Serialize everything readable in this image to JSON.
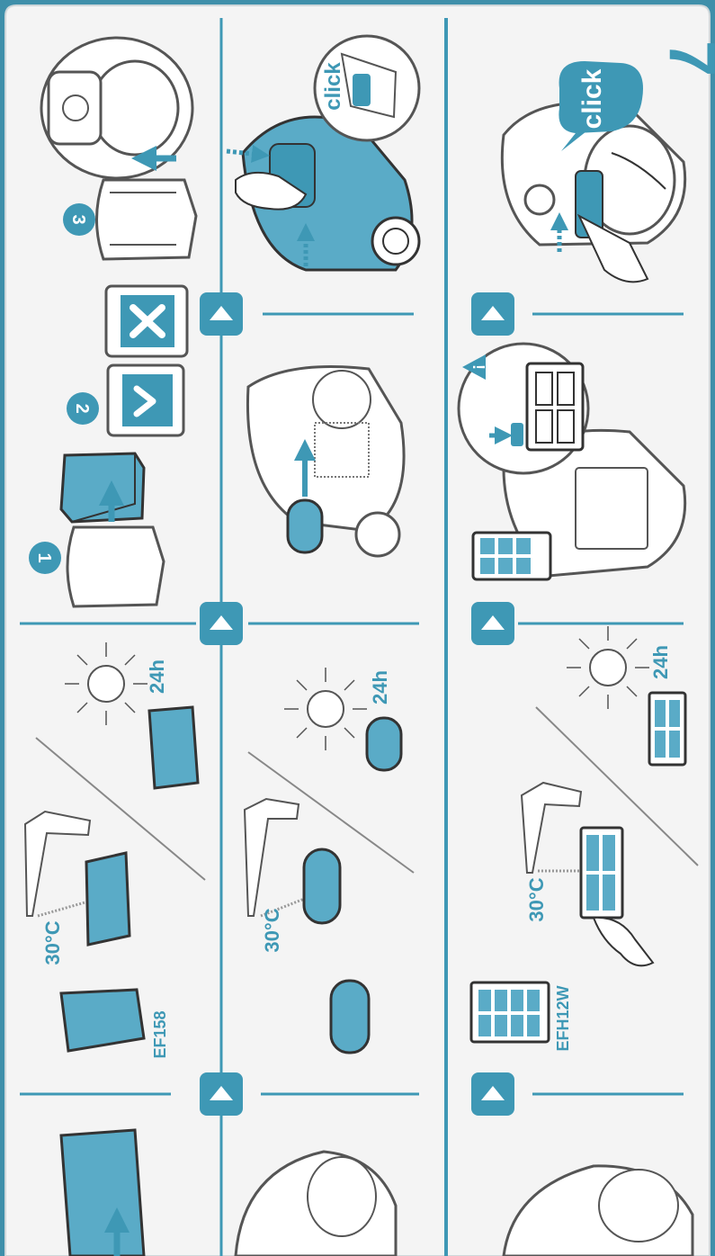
{
  "page_number": "7",
  "labels": {
    "click": "click",
    "temperature": "30°C",
    "dry_time": "24h",
    "filter_model_1": "EF158",
    "filter_model_2": "EFH12W",
    "warning": "!"
  },
  "steps": [
    "1",
    "2",
    "3"
  ],
  "colors": {
    "accent": "#3e98b5",
    "frame": "#3f8faa",
    "panel": "#f4f4f4",
    "line": "#555555"
  }
}
